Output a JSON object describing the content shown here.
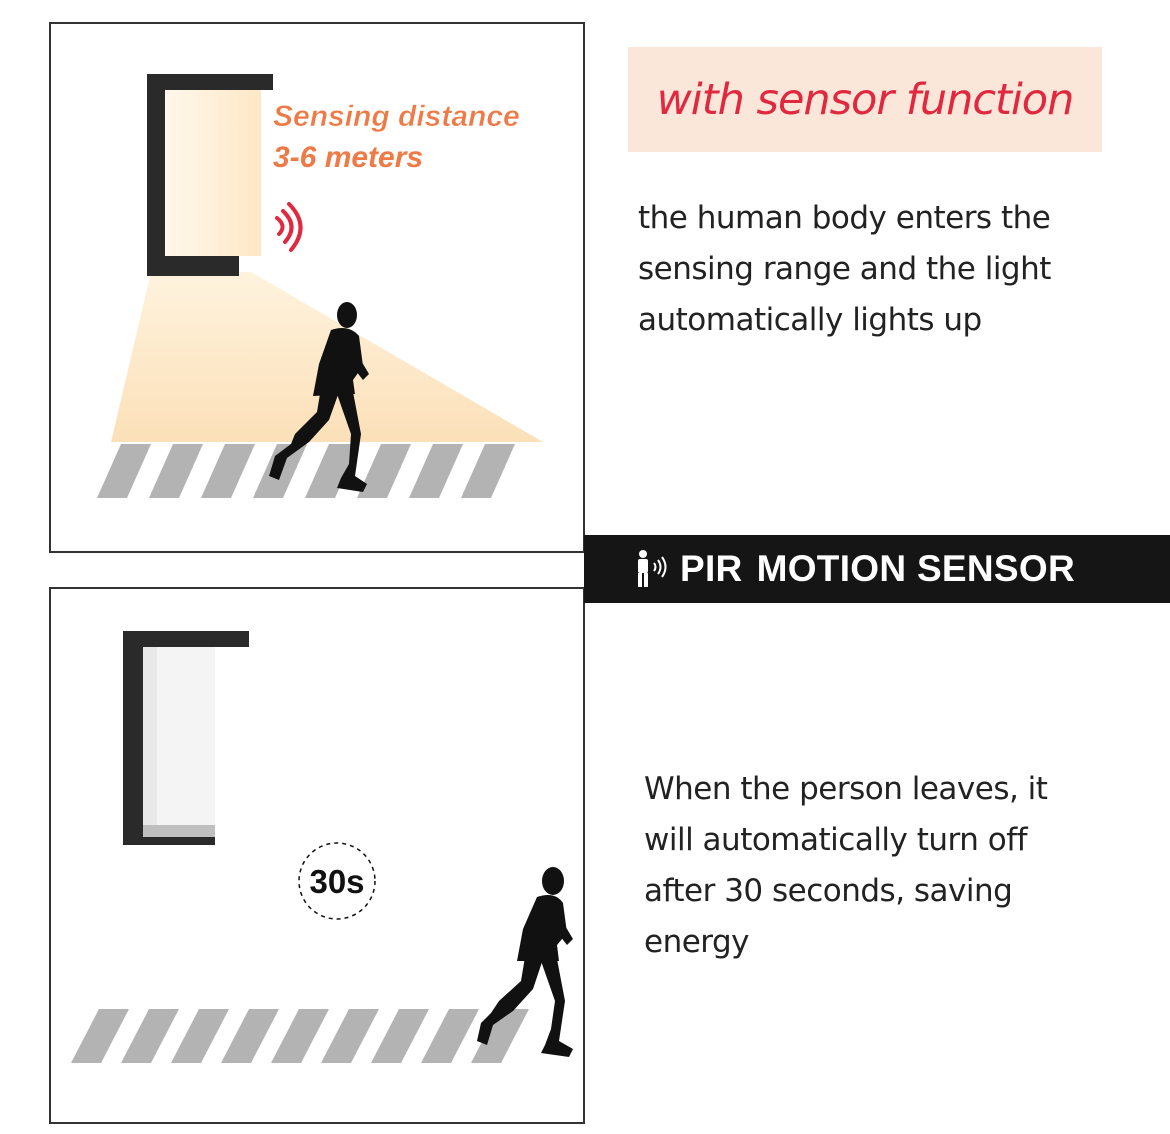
{
  "colors": {
    "heading_text": "#e0283e",
    "heading_bg": "#fbe6da",
    "sensing_text": "#ef7a45",
    "banner_bg": "#151515",
    "lamp_frame": "#2a2a2a",
    "stripe": "#b3b3b3"
  },
  "top_panel": {
    "sensing_line1": "Sensing distance",
    "sensing_line2": "3-6 meters",
    "icons": [
      "wall-lamp-lit-icon",
      "signal-waves-icon",
      "running-person-icon"
    ]
  },
  "bottom_panel": {
    "timer_label": "30s",
    "icons": [
      "wall-lamp-off-icon",
      "running-person-icon"
    ]
  },
  "heading": {
    "text": "with sensor function"
  },
  "description_top": [
    "the human body enters the",
    "sensing range and the light",
    "automatically lights up"
  ],
  "banner": {
    "icon": "person-sensor-icon",
    "label_part1": "PIR",
    "label_part2": "MOTION SENSOR"
  },
  "description_bottom": [
    "When the person leaves, it",
    "will automatically turn off",
    "after 30 seconds, saving",
    "energy"
  ]
}
